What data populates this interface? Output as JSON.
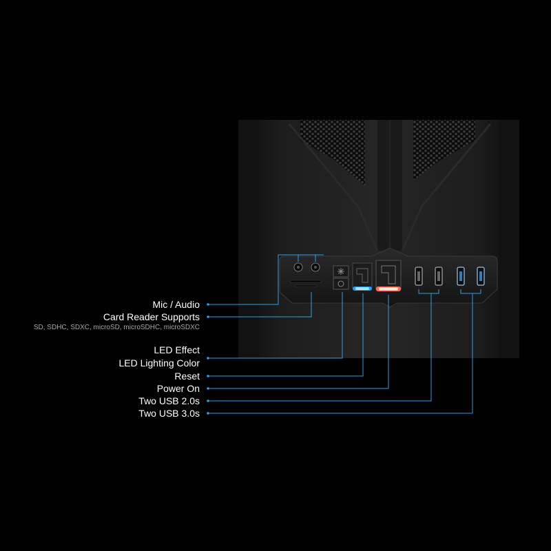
{
  "colors": {
    "background": "#000000",
    "case_body": "#1c1c1d",
    "front_panel": "#202021",
    "callout_line": "#2fa0e6",
    "led_blue": "#1ea0ff",
    "led_white_red": "#ff6a5a"
  },
  "icons": {
    "headphone_jack": "audio-jack-icon",
    "mic_jack": "mic-jack-icon",
    "led_effect_button": "led-sparkle-icon",
    "led_color_button": "led-circle-icon",
    "usb": "usb-icon"
  },
  "callouts": [
    {
      "id": "mic-audio",
      "label": "Mic / Audio"
    },
    {
      "id": "card-reader",
      "label": "Card Reader Supports",
      "sub": "SD, SDHC, SDXC, microSD, microSDHC, microSDXC"
    },
    {
      "id": "led-effect",
      "label": "LED Effect"
    },
    {
      "id": "led-color",
      "label": "LED Lighting Color"
    },
    {
      "id": "reset",
      "label": "Reset"
    },
    {
      "id": "power-on",
      "label": "Power On"
    },
    {
      "id": "usb2",
      "label": "Two USB 2.0s"
    },
    {
      "id": "usb3",
      "label": "Two USB 3.0s"
    }
  ]
}
